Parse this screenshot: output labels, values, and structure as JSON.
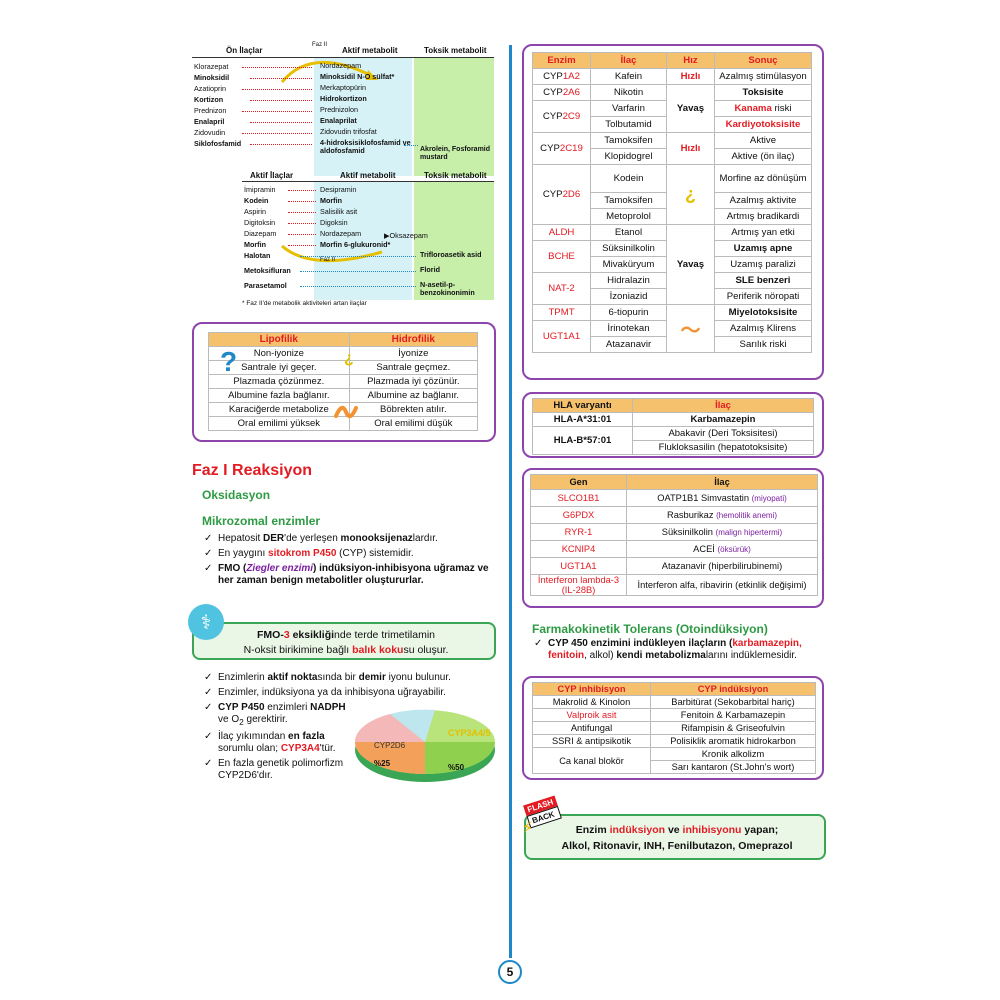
{
  "metabolism": {
    "top_headers": [
      "Ön İlaçlar",
      "Aktif metabolit",
      "Toksik metabolit"
    ],
    "faz2_label": "Faz II",
    "prodrugs": [
      {
        "drug": "Klorazepat",
        "bold": false,
        "metabolite": "Nordazepam"
      },
      {
        "drug": "Minoksidil",
        "bold": true,
        "metabolite": "Minoksidil N-O sülfat*"
      },
      {
        "drug": "Azatioprin",
        "bold": false,
        "metabolite": "Merkaptopürin"
      },
      {
        "drug": "Kortizon",
        "bold": true,
        "metabolite": "Hidrokortizon"
      },
      {
        "drug": "Prednizon",
        "bold": false,
        "metabolite": "Prednizolon"
      },
      {
        "drug": "Enalapril",
        "bold": true,
        "metabolite": "Enalaprilat"
      },
      {
        "drug": "Zidovudin",
        "bold": false,
        "metabolite": "Zidovudin trifosfat"
      },
      {
        "drug": "Siklofosfamid",
        "bold": true,
        "metabolite": "4-hidroksisiklofosfamid ve aldofosfamid"
      }
    ],
    "prodrug_toxic": "Akrolein, Fosforamid mustard",
    "bottom_headers": [
      "Aktif İlaçlar",
      "Aktif metabolit",
      "Toksik metabolit"
    ],
    "active_drugs": [
      {
        "drug": "İmipramin",
        "bold": false,
        "metabolite": "Desipramin"
      },
      {
        "drug": "Kodein",
        "bold": true,
        "metabolite": "Morfin"
      },
      {
        "drug": "Aspirin",
        "bold": false,
        "metabolite": "Salisilik asit"
      },
      {
        "drug": "Digitoksin",
        "bold": false,
        "metabolite": "Digoksin"
      },
      {
        "drug": "Diazepam",
        "bold": false,
        "metabolite": "Nordazepam",
        "extra": "Oksazepam"
      },
      {
        "drug": "Morfin",
        "bold": true,
        "metabolite": "Morfin 6-glukuronid*"
      }
    ],
    "toxic_only": [
      {
        "drug": "Halotan",
        "toxic": "Trifloroasetik asid"
      },
      {
        "drug": "Metoksifluran",
        "toxic": "Florid"
      },
      {
        "drug": "Parasetamol",
        "toxic": "N-asetil-p-benzokinonimin"
      }
    ],
    "footnote": "* Faz II'de metabolik aktiviteleri artan ilaçlar"
  },
  "lipo": {
    "headers": [
      "Lipofilik",
      "Hidrofilik"
    ],
    "rows": [
      [
        "Non-iyonize",
        "İyonize"
      ],
      [
        "Santrale iyi geçer.",
        "Santrale geçmez."
      ],
      [
        "Plazmada çözünmez.",
        "Plazmada iyi çözünür."
      ],
      [
        "Albumine fazla bağlanır.",
        "Albumine az bağlanır."
      ],
      [
        "Karaciğerde metabolize",
        "Böbrekten atılır."
      ],
      [
        "Oral emilimi yüksek",
        "Oral emilimi düşük"
      ]
    ]
  },
  "faz1": {
    "title": "Faz I Reaksiyon",
    "oksidasyon": "Oksidasyon",
    "mikrozomal": "Mikrozomal enzimler",
    "bullets": [
      {
        "pre": "Hepatosit ",
        "b1": "DER",
        "mid": "'de yerleşen ",
        "b2": "monooksijenaz",
        "post": "lardır."
      },
      {
        "pre": "En yaygını ",
        "r1": "sitokrom P450",
        "mid": " (CYP) sistemidir."
      },
      {
        "pre": "FMO (",
        "p1": "Ziegler enzimi",
        "mid": ") indüksiyon-inhibisyona uğramaz ve her zaman benign metabolitler oluştururlar."
      }
    ],
    "fmo_box_line1_pre": "FMO-",
    "fmo_box_line1_red": "3",
    "fmo_box_line1_b": " eksikliği",
    "fmo_box_line1_post": "nde terde trimetilamin",
    "fmo_box_line2_pre": "N-oksit birikimine bağlı ",
    "fmo_box_line2_red": "balık koku",
    "fmo_box_line2_post": "su oluşur.",
    "bullets2": [
      "Enzimlerin aktif nokta sında bir demir iyonu bulunur.",
      "Enzimler, indüksiyona ya da inhibisyona uğrayabilir.",
      "CYP P450 enzimleri NADPH ve O2 gerektirir.",
      "İlaç yıkımından en fazla sorumlu olan; CYP3A4'tür.",
      "En fazla genetik polimorfizm CYP2D6'dır."
    ],
    "pie": {
      "label_big": "CYP3A4/5",
      "label_mid": "CYP2D6",
      "pct_big": "%50",
      "pct_mid": "%25"
    }
  },
  "enzymes": {
    "headers": [
      "Enzim",
      "İlaç",
      "Hız",
      "Sonuç"
    ],
    "rows": [
      {
        "enzim": "CYP1A2",
        "ilac": "Kafein",
        "hiz": "Hızlı",
        "sonuc": "Azalmış stimülasyon"
      },
      {
        "enzim": "CYP2A6",
        "ilac": "Nikotin",
        "hiz": "",
        "sonuc": "Toksisite"
      },
      {
        "enzim": "CYP2C9",
        "ilac": "Varfarin",
        "hiz": "Yavaş",
        "sonuc": "Kanama riski"
      },
      {
        "enzim": "",
        "ilac": "Tolbutamid",
        "hiz": "",
        "sonuc": "Kardiyotoksisite"
      },
      {
        "enzim": "CYP2C19",
        "ilac": "Tamoksifen",
        "hiz": "Hızlı",
        "sonuc": "Aktive"
      },
      {
        "enzim": "",
        "ilac": "Klopidogrel",
        "hiz": "",
        "sonuc": "Aktive (ön ilaç)"
      },
      {
        "enzim": "CYP2D6",
        "ilac": "Kodein",
        "hiz": "",
        "sonuc": "Morfine az dönüşüm"
      },
      {
        "enzim": "",
        "ilac": "Tamoksifen",
        "hiz": "",
        "sonuc": "Azalmış aktivite"
      },
      {
        "enzim": "",
        "ilac": "Metoprolol",
        "hiz": "",
        "sonuc": "Artmış bradikardi"
      },
      {
        "enzim": "ALDH",
        "ilac": "Etanol",
        "hiz": "",
        "sonuc": "Artmış yan etki"
      },
      {
        "enzim": "BCHE",
        "ilac": "Süksinilkolin",
        "hiz": "Yavaş",
        "sonuc": "Uzamış apne"
      },
      {
        "enzim": "",
        "ilac": "Mivaküryum",
        "hiz": "",
        "sonuc": "Uzamış paralizi"
      },
      {
        "enzim": "NAT-2",
        "ilac": "Hidralazin",
        "hiz": "",
        "sonuc": "SLE benzeri"
      },
      {
        "enzim": "",
        "ilac": "İzoniazid",
        "hiz": "",
        "sonuc": "Periferik nöropati"
      },
      {
        "enzim": "TPMT",
        "ilac": "6-tiopurin",
        "hiz": "",
        "sonuc": "Miyelotoksisite"
      },
      {
        "enzim": "UGT1A1",
        "ilac": "İrinotekan",
        "hiz": "",
        "sonuc": "Azalmış Klirens"
      },
      {
        "enzim": "",
        "ilac": "Atazanavir",
        "hiz": "",
        "sonuc": "Sarılık riski"
      }
    ]
  },
  "hla": {
    "headers": [
      "HLA varyantı",
      "İlaç"
    ],
    "rows": [
      [
        "HLA-A*31:01",
        "Karbamazepin"
      ],
      [
        "HLA-B*57:01",
        "Abakavir (Deri Toksisitesi)"
      ],
      [
        "",
        "Flukloksasilin (hepatotoksisite)"
      ]
    ]
  },
  "gen": {
    "headers": [
      "Gen",
      "İlaç"
    ],
    "rows": [
      {
        "gen": "SLCO1B1",
        "ilac": "OATP1B1 Simvastatin",
        "note": "(miyopati)"
      },
      {
        "gen": "G6PDX",
        "ilac": "Rasburikaz",
        "note": "(hemolitik anemi)"
      },
      {
        "gen": "RYR-1",
        "ilac": "Süksinilkolin",
        "note": "(malign hipertermi)"
      },
      {
        "gen": "KCNIP4",
        "ilac": "ACEİ",
        "note": "(öksürük)"
      },
      {
        "gen": "UGT1A1",
        "ilac": "Atazanavir (hiperbilirubinemi)",
        "note": ""
      },
      {
        "gen": "İnterferon lambda-3 (IL-28B)",
        "ilac": "İnterferon alfa, ribavirin (etkinlik değişimi)",
        "note": ""
      }
    ]
  },
  "tolerans": {
    "title": "Farmakokinetik Tolerans (Otoindüksiyon)",
    "text_pre": "CYP 450 enzimini indükleyen ilaçların (",
    "text_red": "karbamazepin, fenitoin",
    "text_mid": ", alkol) ",
    "text_b": "kendi metabolizma",
    "text_post": "larını indüklemesidir."
  },
  "cyp": {
    "headers": [
      "CYP inhibisyon",
      "CYP indüksiyon"
    ],
    "rows": [
      [
        "Makrolid & Kinolon",
        "Barbitürat (Sekobarbital hariç)"
      ],
      [
        "Valproik asit",
        "Fenitoin & Karbamazepin"
      ],
      [
        "Antifungal",
        "Rifampisin & Griseofulvin"
      ],
      [
        "SSRI & antipsikotik",
        "Polisiklik aromatik hidrokarbon"
      ],
      [
        "Ca kanal blokör",
        "Kronik alkolizm"
      ],
      [
        "",
        "Sarı kantaron (St.John's wort)"
      ]
    ]
  },
  "flash": {
    "badge_top": "FLASH",
    "badge_bottom": "BACK",
    "line1_pre": "Enzim ",
    "line1_red1": "indüksiyon",
    "line1_mid": " ve ",
    "line1_red2": "inhibisyonu",
    "line1_post": " yapan;",
    "line2": "Alkol, Ritonavir, INH, Fenilbutazon, Omeprazol"
  },
  "page_number": "5",
  "colors": {
    "accent_purple": "#8e44ad",
    "accent_red": "#e31b23",
    "accent_green": "#3aa655",
    "divider_blue": "#1e88c8",
    "header_orange": "#f5c16c"
  }
}
